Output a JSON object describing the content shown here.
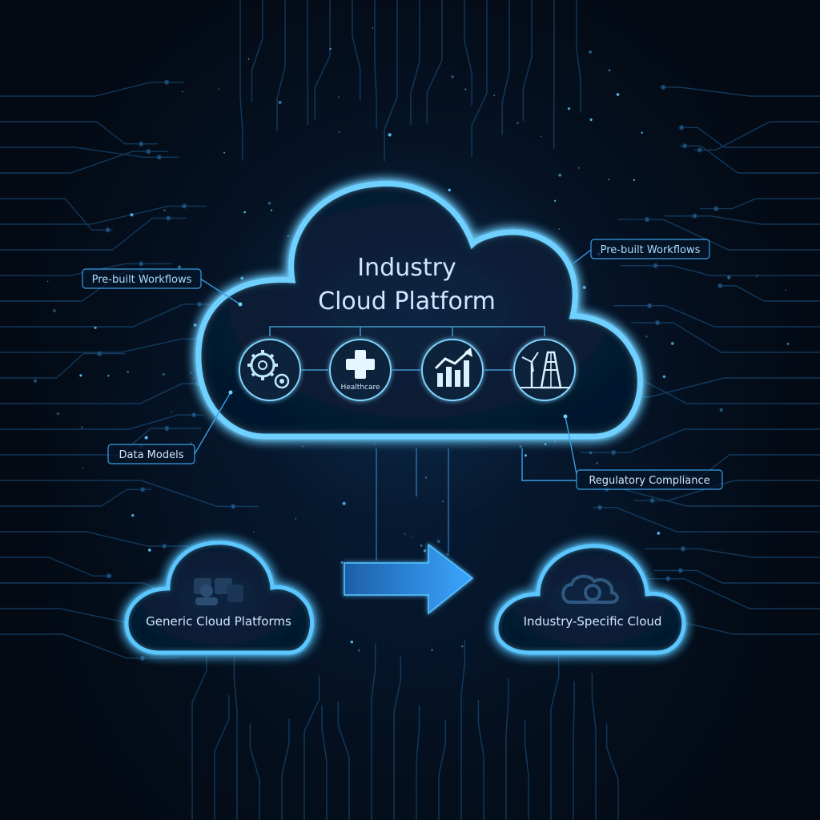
{
  "main_cloud": {
    "title_line1": "Industry",
    "title_line2": "Cloud Platform",
    "icons": [
      {
        "name": "gears-icon",
        "label": ""
      },
      {
        "name": "medical-cross-icon",
        "label": "Healthcare"
      },
      {
        "name": "bar-chart-growth-icon",
        "label": ""
      },
      {
        "name": "wind-turbine-oil-rig-icon",
        "label": ""
      }
    ]
  },
  "callouts": {
    "top_left": "Pre-built Workflows",
    "top_right": "Pre-built Workflows",
    "bottom_left": "Data Models",
    "bottom_right": "Regulatory Compliance"
  },
  "generic_cloud": {
    "label": "Generic Cloud Platforms",
    "icon": "generic-apps-icon"
  },
  "industry_cloud": {
    "label": "Industry-Specific Cloud",
    "icon": "cloud-link-icon"
  },
  "colors": {
    "background": "#030a14",
    "glow": "#3fb7ff",
    "outline": "#8fdcff",
    "text": "#cfe8ff",
    "arrow": "#2f8fe0"
  }
}
